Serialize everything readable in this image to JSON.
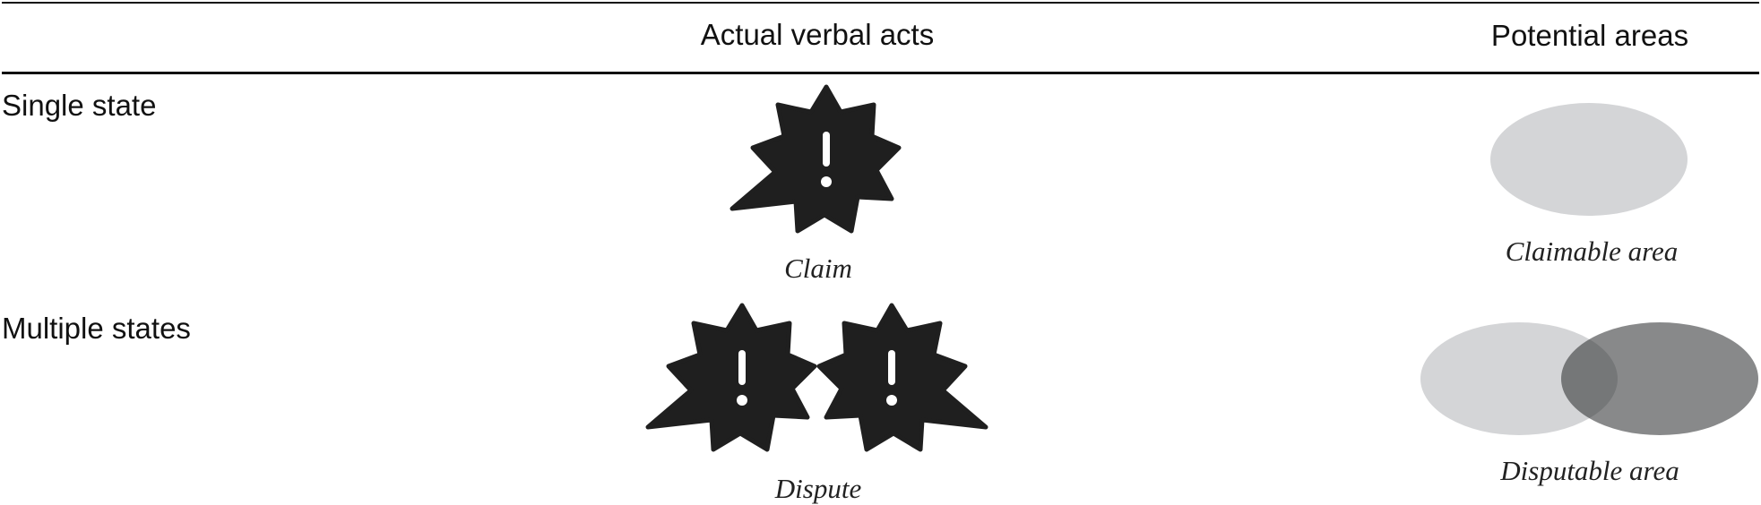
{
  "table": {
    "columns": [
      {
        "label": ""
      },
      {
        "label": "Actual verbal acts"
      },
      {
        "label": "Potential areas"
      }
    ],
    "rows": [
      {
        "label": "Single state",
        "act": {
          "icon": "exclamation-burst-icon",
          "count": 1,
          "caption": "Claim"
        },
        "area": {
          "shape": "single-ellipse",
          "caption": "Claimable area"
        }
      },
      {
        "label": "Multiple states",
        "act": {
          "icon": "exclamation-burst-icon",
          "count": 2,
          "caption": "Dispute"
        },
        "area": {
          "shape": "overlapping-ellipses",
          "caption": "Disputable area"
        }
      }
    ]
  },
  "colors": {
    "ink": "#1f1f1f",
    "area_light": "#d4d5d7",
    "area_dark": "#2b2c2e",
    "area_dark_opacity": 0.56
  }
}
